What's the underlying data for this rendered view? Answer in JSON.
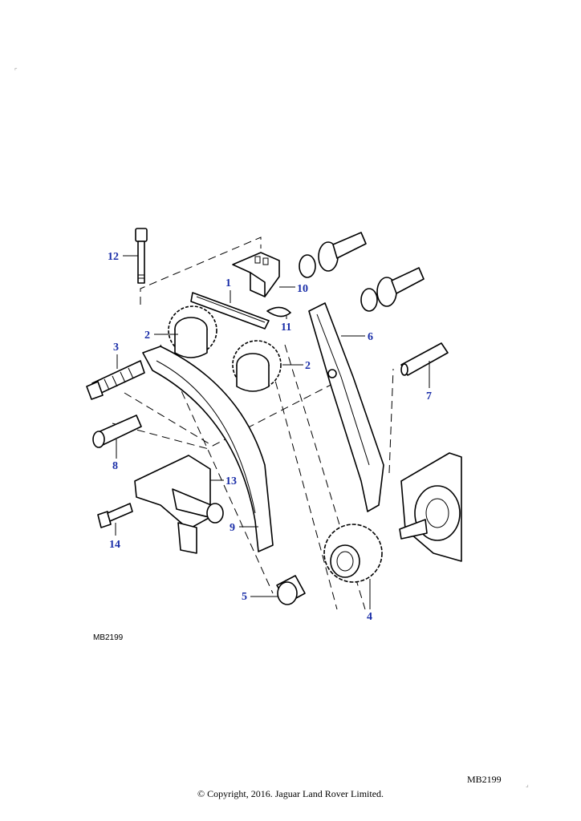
{
  "diagram": {
    "callouts": [
      "1",
      "2",
      "2",
      "3",
      "4",
      "5",
      "6",
      "7",
      "8",
      "9",
      "10",
      "11",
      "12",
      "13",
      "14"
    ],
    "figure_ref": "MB2199"
  },
  "footer": {
    "figure_ref": "MB2199",
    "copyright": "© Copyright, 2016. Jaguar Land Rover Limited."
  },
  "colors": {
    "callout": "#1a2ea8",
    "line": "#000000"
  }
}
